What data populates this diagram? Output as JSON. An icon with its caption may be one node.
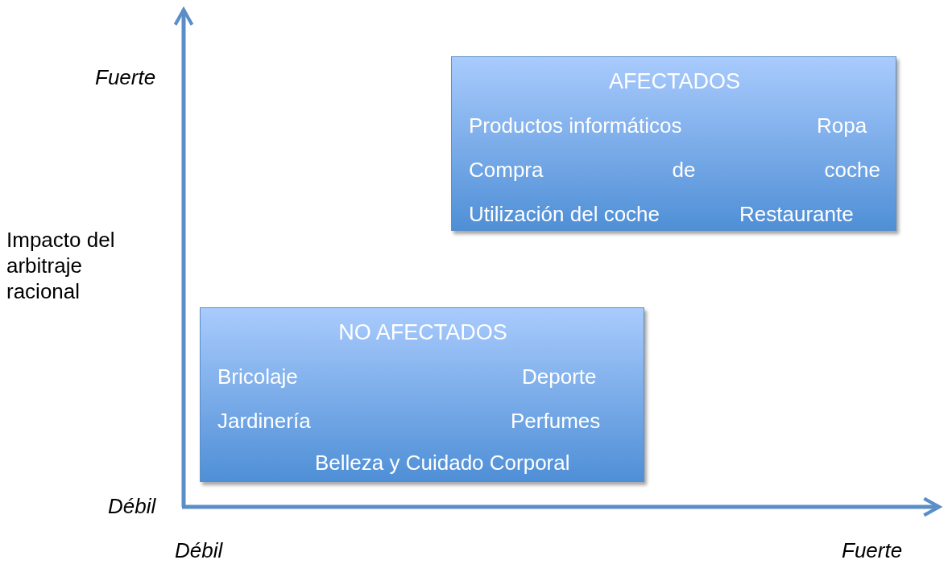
{
  "diagram": {
    "nodes": [
      {
        "text": [
          "AFECTADOS",
          "Productos informáticos",
          "Ropa",
          "Compra de coche",
          "Utilización del coche",
          "Restaurante"
        ]
      },
      {
        "text": [
          "NO AFECTADOS",
          "Bricolaje",
          "Deporte",
          "Jardinería",
          "Perfumes",
          "Belleza y Cuidado Corporal"
        ]
      }
    ],
    "edges": [],
    "labels": [
      "Fuerte",
      "Impacto del arbitraje racional",
      "Débil",
      "Débil",
      "Fuerte"
    ]
  }
}
